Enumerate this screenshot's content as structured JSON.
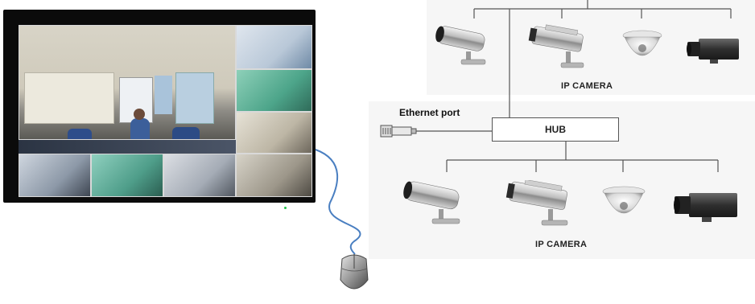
{
  "diagram": {
    "ethernet_label": "Ethernet port",
    "hub_label": "HUB",
    "top_group_label": "IP CAMERA",
    "bottom_group_label": "IP CAMERA"
  },
  "icons": [
    "monitor-icon",
    "mouse-icon",
    "ethernet-plug-icon",
    "bullet-camera-icon",
    "dome-camera-icon",
    "box-camera-icon"
  ],
  "colors": {
    "cable": "#4a7fc1",
    "line": "#555555",
    "monitor": "#0b0b0b"
  }
}
